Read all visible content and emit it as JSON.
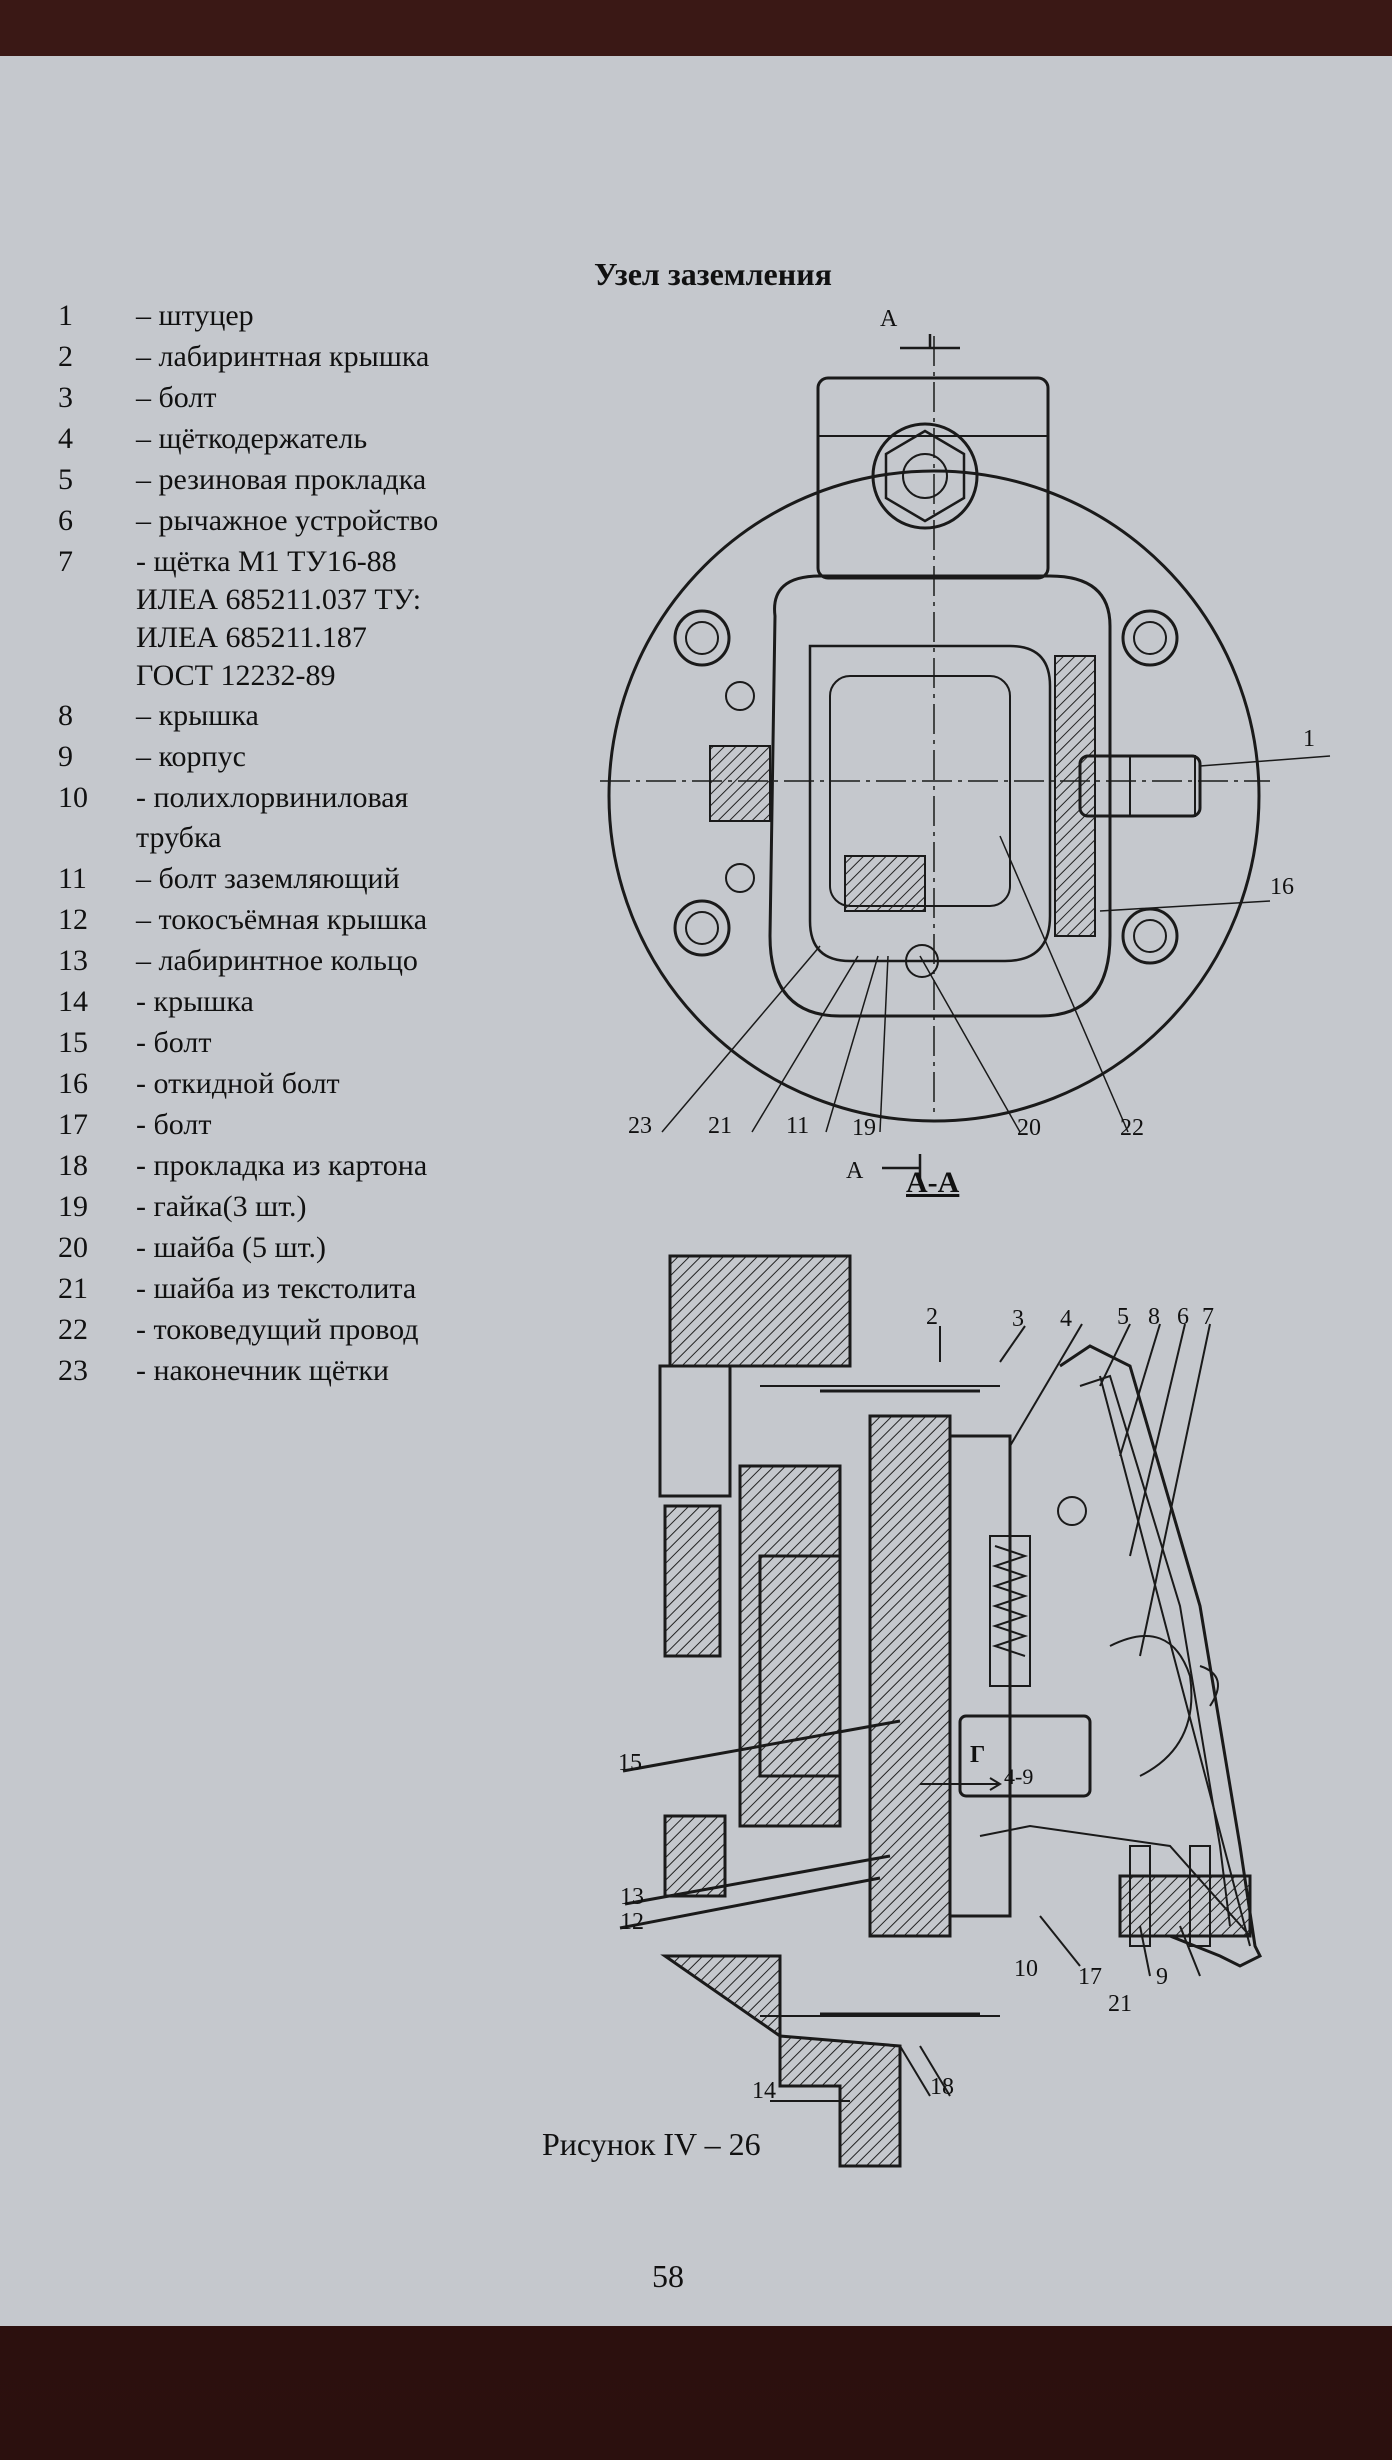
{
  "title": "Узел заземления",
  "legend": [
    {
      "num": "1",
      "text": "– штуцер"
    },
    {
      "num": "2",
      "text": "– лабиринтная крышка"
    },
    {
      "num": "3",
      "text": "– болт"
    },
    {
      "num": "4",
      "text": "– щёткодержатель"
    },
    {
      "num": "5",
      "text": "– резиновая прокладка"
    },
    {
      "num": "6",
      "text": "– рычажное устройство"
    },
    {
      "num": "7",
      "text": "- щётка М1 ТУ16-88",
      "cont": [
        "ИЛЕА 685211.037 ТУ:",
        "ИЛЕА 685211.187",
        "ГОСТ 12232-89"
      ]
    },
    {
      "num": "8",
      "text": "– крышка"
    },
    {
      "num": "9",
      "text": "– корпус"
    },
    {
      "num": "10",
      "text": "- полихлорвиниловая",
      "cont": [
        "трубка"
      ]
    },
    {
      "num": "11",
      "text": "– болт заземляющий"
    },
    {
      "num": "12",
      "text": "– токосъёмная крышка"
    },
    {
      "num": "13",
      "text": "– лабиринтное кольцо"
    },
    {
      "num": "14",
      "text": "- крышка"
    },
    {
      "num": "15",
      "text": "- болт"
    },
    {
      "num": "16",
      "text": "- откидной болт"
    },
    {
      "num": "17",
      "text": "-  болт"
    },
    {
      "num": "18",
      "text": "- прокладка из картона"
    },
    {
      "num": "19",
      "text": "- гайка(3 шт.)"
    },
    {
      "num": "20",
      "text": "- шайба (5 шт.)"
    },
    {
      "num": "21",
      "text": "- шайба из текстолита"
    },
    {
      "num": "22",
      "text": "- токоведущий провод"
    },
    {
      "num": "23",
      "text": "- наконечник  щётки"
    }
  ],
  "top_view": {
    "section_mark_top": "А",
    "section_mark_bottom": "А",
    "callouts": [
      "1",
      "16",
      "23",
      "21",
      "11",
      "19",
      "20",
      "22"
    ]
  },
  "section_view": {
    "label": "А-А",
    "callouts": [
      "2",
      "3",
      "4",
      "5",
      "8",
      "6",
      "7",
      "15",
      "Г",
      "4-9",
      "13",
      "12",
      "10",
      "17",
      "21",
      "9",
      "14",
      "18"
    ]
  },
  "caption": "Рисунок   IV – 26",
  "page_number": "58"
}
